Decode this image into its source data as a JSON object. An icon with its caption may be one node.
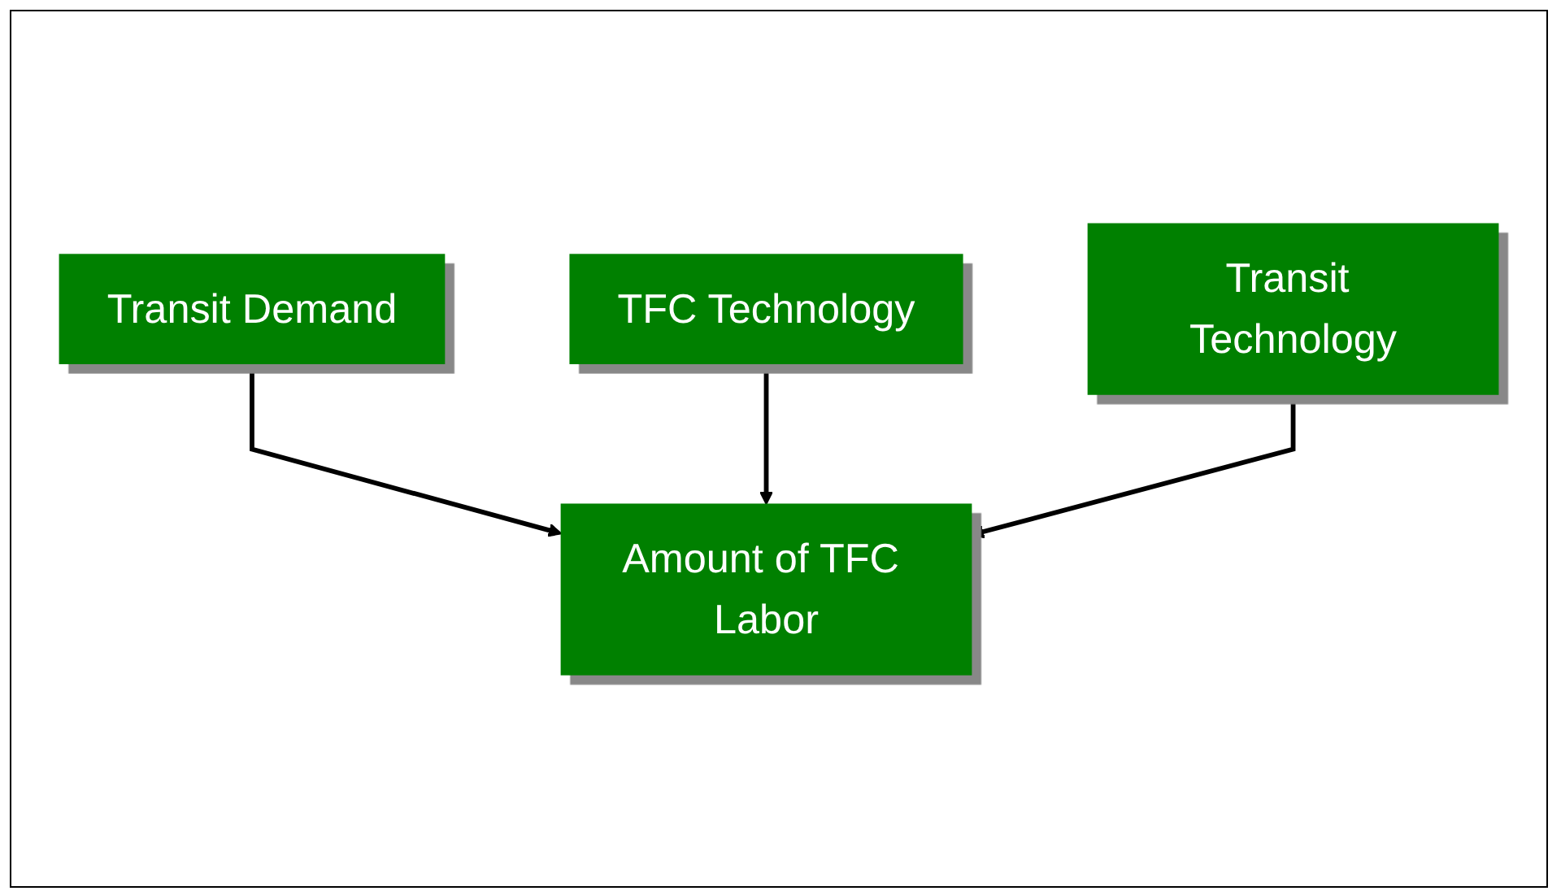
{
  "diagram": {
    "nodes": [
      {
        "text": [
          "Transit Demand"
        ]
      },
      {
        "text": [
          "Amount of TFC Labor"
        ]
      },
      {
        "text": [
          "TFC Technology"
        ]
      },
      {
        "text": [
          "Transit Technology"
        ]
      }
    ],
    "edges": [
      {
        "from": 0,
        "to": 1,
        "arrow": "to"
      },
      {
        "from": 2,
        "to": 1,
        "arrow": "to"
      },
      {
        "from": 3,
        "to": 1,
        "arrow": "to"
      }
    ]
  }
}
